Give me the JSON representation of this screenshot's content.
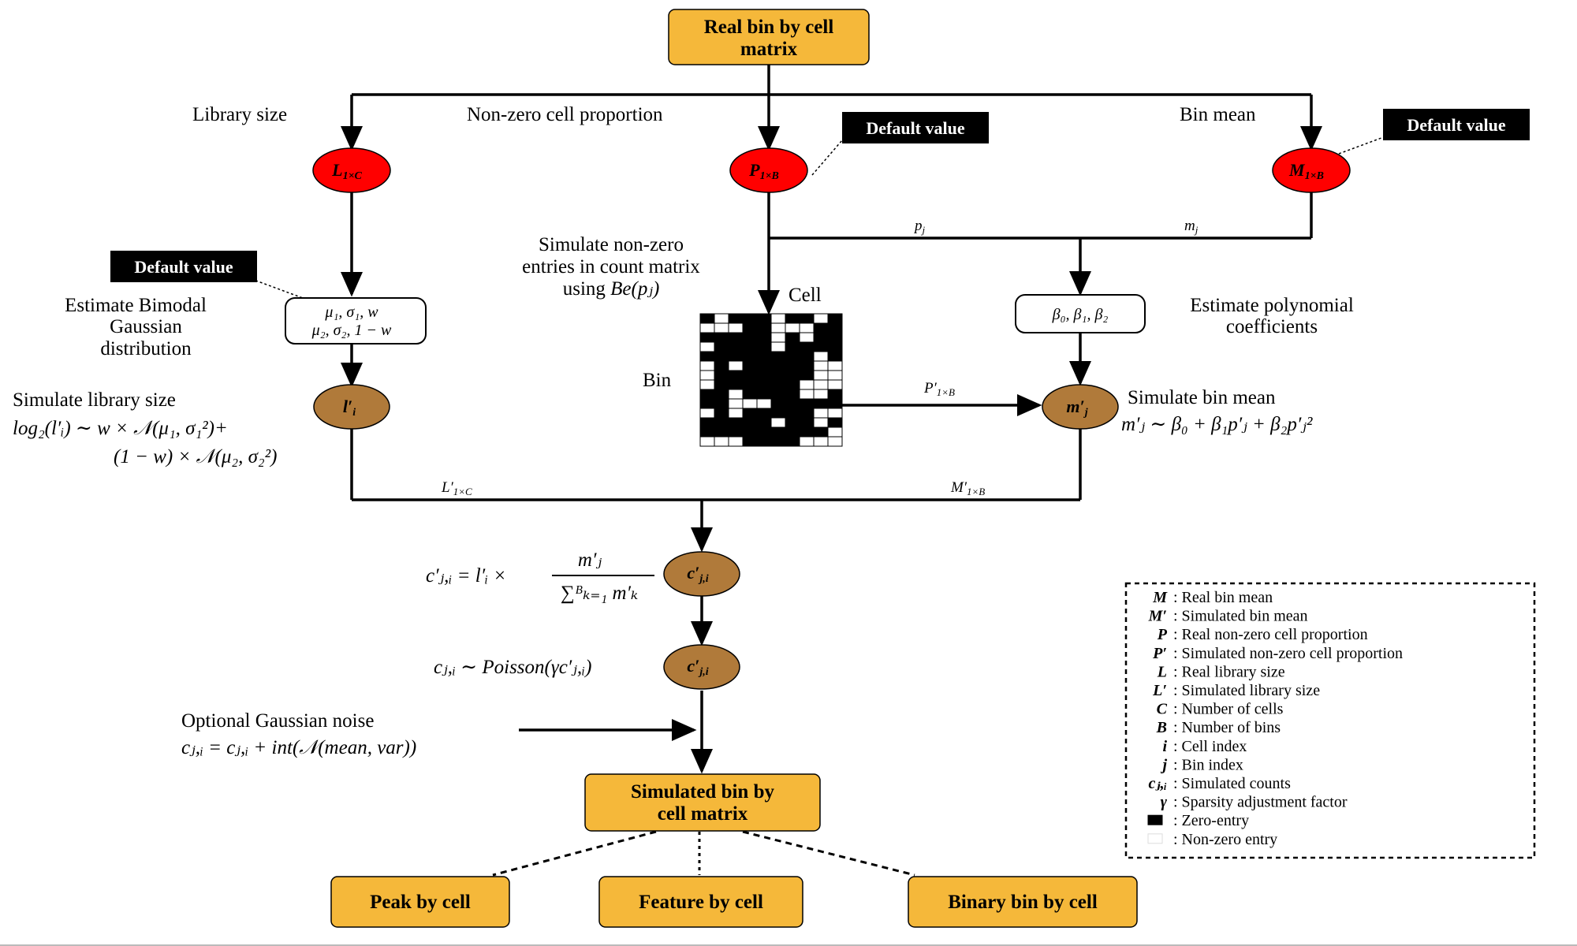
{
  "colors": {
    "orange_box": "#f5b83a",
    "red_node": "#ff0000",
    "brown_node": "#b07a3a",
    "tag_bg": "#000000",
    "tag_text": "#ffffff"
  },
  "top_box": {
    "line1": "Real bin by cell",
    "line2": "matrix"
  },
  "branch_labels": {
    "library_size": "Library size",
    "nonzero_prop": "Non-zero cell proportion",
    "bin_mean": "Bin mean"
  },
  "default_tag": "Default value",
  "nodes": {
    "L": "L",
    "L_sub": "1×C",
    "P": "P",
    "P_sub": "1×B",
    "M": "M",
    "M_sub": "1×B",
    "l_prime": "l′",
    "l_prime_sub": "i",
    "m_prime": "m′",
    "m_prime_sub": "j",
    "c_prime": "c′",
    "c_prime_sub": "j,i",
    "c_final": "c′",
    "c_final_sub": "j,i"
  },
  "edge_labels": {
    "pj": "p",
    "pj_sub": "j",
    "mj": "m",
    "mj_sub": "j",
    "P_prime": "P′",
    "P_prime_sub": "1×B",
    "L_prime": "L′",
    "L_prime_sub": "1×C",
    "M_prime": "M′",
    "M_prime_sub": "1×B"
  },
  "bimodal": {
    "label1": "Estimate Bimodal",
    "label2": "Gaussian",
    "label3": "distribution",
    "params1": "μ₁, σ₁, w",
    "params2": "μ₂, σ₂, 1 − w"
  },
  "simulate_nonzero": {
    "line1": "Simulate non-zero",
    "line2": "entries in count matrix",
    "line3": "using ",
    "line3_ital": "Be(pⱼ)"
  },
  "matrix_labels": {
    "cell": "Cell",
    "bin": "Bin"
  },
  "poly": {
    "params": "β₀, β₁, β₂",
    "label1": "Estimate polynomial",
    "label2": "coefficients"
  },
  "sim_lib": {
    "label": "Simulate library size",
    "eq1": "log₂(l′ᵢ) ∼ w × 𝒩(μ₁, σ₁²)+",
    "eq2": "(1 − w) × 𝒩(μ₂, σ₂²)"
  },
  "sim_bin_mean": {
    "label": "Simulate bin mean",
    "eq": "m′ⱼ ∼ β₀ + β₁p′ⱼ + β₂p′ⱼ²"
  },
  "eq_c_prime": {
    "lhs": "c′ⱼ,ᵢ = l′ᵢ ×",
    "num": "m′ⱼ",
    "den": "∑ᴮₖ₌₁ m′ₖ"
  },
  "eq_poisson": "cⱼ,ᵢ ∼ Poisson(γc′ⱼ,ᵢ)",
  "noise": {
    "label": "Optional Gaussian noise",
    "eq": "cⱼ,ᵢ = cⱼ,ᵢ + int(𝒩(mean, var))"
  },
  "sim_box": {
    "line1": "Simulated bin by",
    "line2": "cell matrix"
  },
  "outputs": {
    "peak": "Peak by cell",
    "feature": "Feature by cell",
    "binary": "Binary bin by cell"
  },
  "legend": [
    {
      "sym": "M",
      "text": ": Real bin mean"
    },
    {
      "sym": "M′",
      "text": ": Simulated bin mean"
    },
    {
      "sym": "P",
      "text": ": Real non-zero cell proportion"
    },
    {
      "sym": "P′",
      "text": ": Simulated non-zero cell proportion"
    },
    {
      "sym": "L",
      "text": ": Real library size"
    },
    {
      "sym": "L′",
      "text": ": Simulated library size"
    },
    {
      "sym": "C",
      "text": ": Number of cells"
    },
    {
      "sym": "B",
      "text": ": Number of bins"
    },
    {
      "sym": "i",
      "text": ": Cell index"
    },
    {
      "sym": "j",
      "text": ": Bin index"
    },
    {
      "sym": "cⱼ,ᵢ",
      "text": ": Simulated counts"
    },
    {
      "sym": "γ",
      "text": ": Sparsity adjustment factor"
    },
    {
      "sym": "",
      "text": ": Zero-entry"
    },
    {
      "sym": "",
      "text": ": Non-zero entry"
    }
  ],
  "matrix_pattern": [
    "1011101101",
    "0001100011",
    "1111101011",
    "0111101111",
    "1111111101",
    "0101111100",
    "0111111100",
    "0111111000",
    "1101111001",
    "1100011111",
    "0101111100",
    "1111101101",
    "1111111110",
    "0001111000"
  ]
}
